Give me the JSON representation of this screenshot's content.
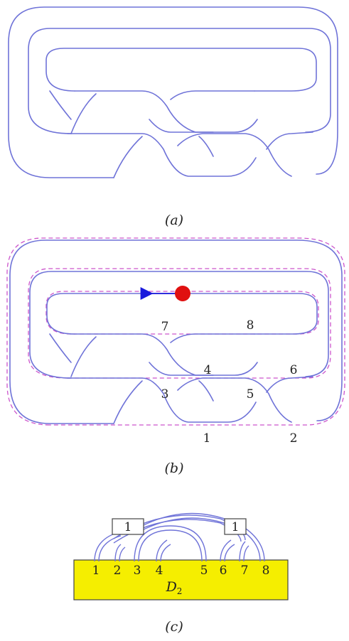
{
  "panel_a": {
    "caption": "(a)"
  },
  "panel_b": {
    "caption": "(b)",
    "region_labels": [
      "7",
      "8",
      "4",
      "6",
      "3",
      "5",
      "1",
      "2"
    ]
  },
  "panel_c": {
    "caption": "(c)",
    "box_left_label": "1",
    "box_right_label": "1",
    "disk_label": "D",
    "disk_label_sub": "2",
    "point_labels": [
      "1",
      "2",
      "3",
      "4",
      "5",
      "6",
      "7",
      "8"
    ]
  },
  "colors": {
    "knot": "#6f73d8",
    "dashed": "#cc55cc",
    "marker": "#e01010",
    "disk": "#f5ee00"
  }
}
